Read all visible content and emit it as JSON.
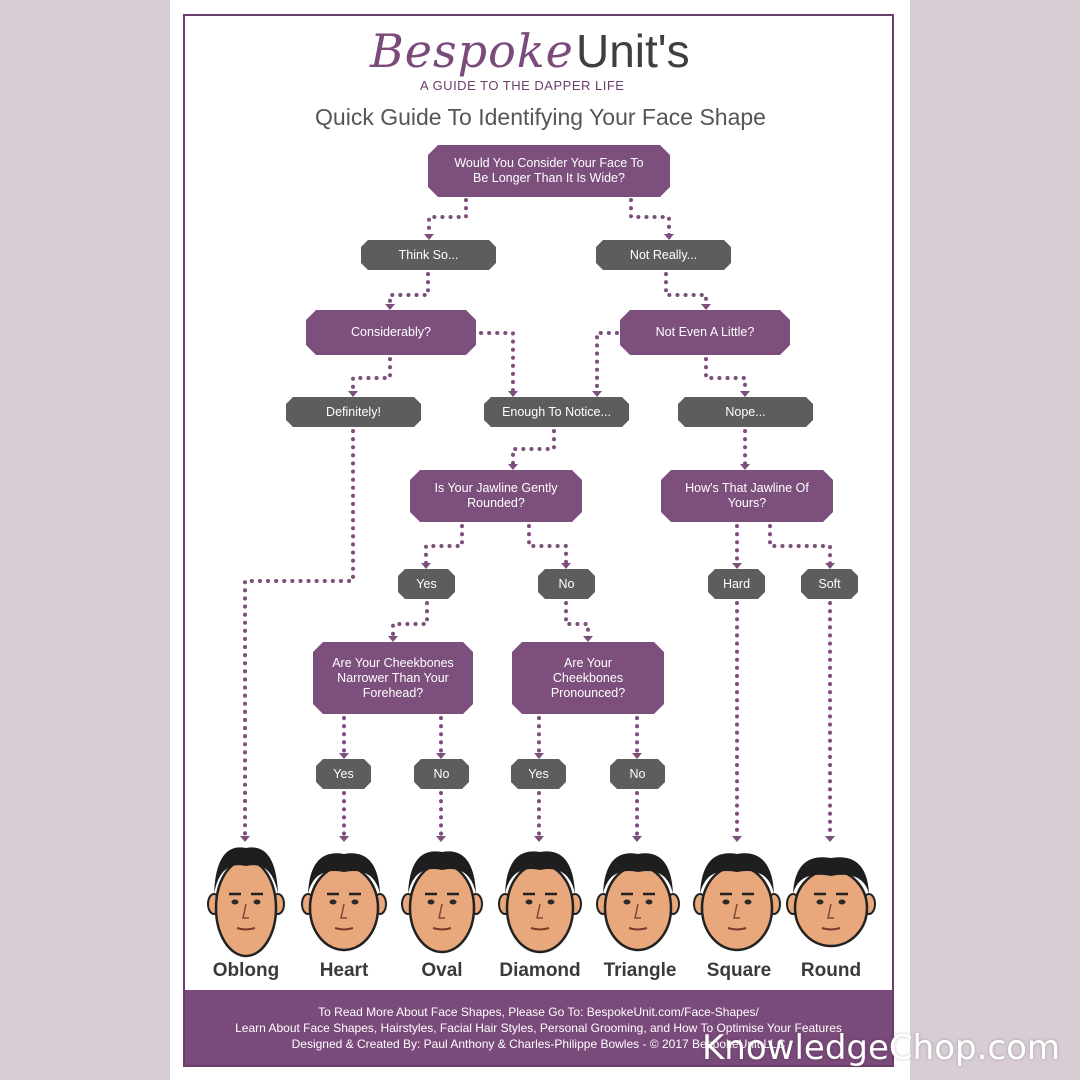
{
  "header": {
    "brand_script": "Bespoke",
    "brand_unit": "Unit's",
    "tagline": "A GUIDE TO THE DAPPER LIFE",
    "title": "Quick Guide To Identifying Your Face Shape"
  },
  "nodes": [
    {
      "id": "q-longer",
      "kind": "question",
      "label": "Would You Consider Your Face To Be Longer Than It Is Wide?"
    },
    {
      "id": "a-think-so",
      "kind": "answer",
      "label": "Think So..."
    },
    {
      "id": "a-not-really",
      "kind": "answer",
      "label": "Not Really..."
    },
    {
      "id": "q-considerably",
      "kind": "question",
      "label": "Considerably?"
    },
    {
      "id": "q-not-even",
      "kind": "question",
      "label": "Not Even A Little?"
    },
    {
      "id": "a-definitely",
      "kind": "answer",
      "label": "Definitely!"
    },
    {
      "id": "a-enough",
      "kind": "answer",
      "label": "Enough To Notice..."
    },
    {
      "id": "a-nope",
      "kind": "answer",
      "label": "Nope..."
    },
    {
      "id": "q-jaw-rounded",
      "kind": "question",
      "label": "Is Your Jawline Gently Rounded?"
    },
    {
      "id": "q-jawline",
      "kind": "question",
      "label": "How's That Jawline Of Yours?"
    },
    {
      "id": "a-yes-1",
      "kind": "answer",
      "label": "Yes"
    },
    {
      "id": "a-no-1",
      "kind": "answer",
      "label": "No"
    },
    {
      "id": "a-hard",
      "kind": "answer",
      "label": "Hard"
    },
    {
      "id": "a-soft",
      "kind": "answer",
      "label": "Soft"
    },
    {
      "id": "q-cheek-narrow",
      "kind": "question",
      "label": "Are Your Cheekbones Narrower Than Your Forehead?"
    },
    {
      "id": "q-cheek-pron",
      "kind": "question",
      "label": "Are Your Cheekbones Pronounced?"
    },
    {
      "id": "a-yes-2",
      "kind": "answer",
      "label": "Yes"
    },
    {
      "id": "a-no-2",
      "kind": "answer",
      "label": "No"
    },
    {
      "id": "a-yes-3",
      "kind": "answer",
      "label": "Yes"
    },
    {
      "id": "a-no-3",
      "kind": "answer",
      "label": "No"
    }
  ],
  "faces": [
    "Oblong",
    "Heart",
    "Oval",
    "Diamond",
    "Triangle",
    "Square",
    "Round"
  ],
  "footer": {
    "line1": "To Read More About Face Shapes, Please Go To: BespokeUnit.com/Face-Shapes/",
    "line2": "Learn About Face Shapes, Hairstyles, Facial Hair Styles, Personal Grooming, and How To Optimise Your Features",
    "line3": "Designed & Created By: Paul Anthony & Charles-Philippe Bowles - © 2017 BespokeUnit LLC"
  },
  "watermark": "KnowledgeChop.com",
  "colors": {
    "question": "#7c4f7c",
    "answer": "#5d5d5d",
    "connector": "#7c4f7c",
    "skin": "#e8a87c",
    "hair": "#1e1e1e"
  }
}
